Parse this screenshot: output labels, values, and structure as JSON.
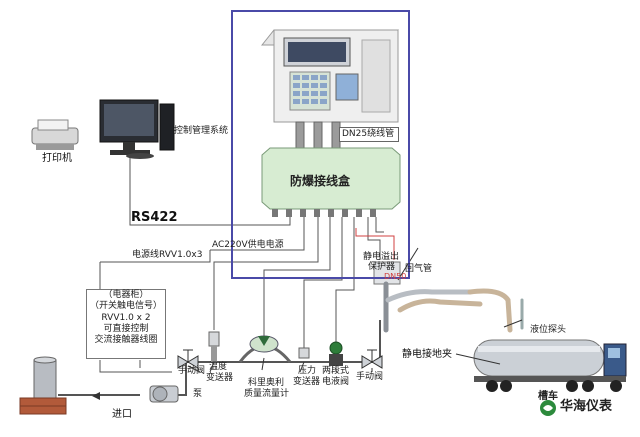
{
  "labels": {
    "printer": "打印机",
    "control_system": "控制管理系统",
    "dn25_tube": "DN25绕线管",
    "junction_box": "防爆接线盒",
    "rs422": "RS422",
    "ac220v": "AC220V供电电源",
    "power_cable": "电源线RVV1.0x3",
    "static_protector_line1": "静电溢出",
    "static_protector_line2": "保护器",
    "dn50": "DN50",
    "return_pipe": "回气管",
    "level_probe": "液位探头",
    "static_ground": "静电接地夹",
    "tanker": "槽车",
    "manual_valve_1": "手动阀",
    "temp_transmitter_1": "温度",
    "temp_transmitter_2": "变送器",
    "coriolis_1": "科里奥利",
    "coriolis_2": "质量流量计",
    "pressure_transmitter_1": "压力",
    "pressure_transmitter_2": "变送器",
    "two_stage_valve_1": "两段式",
    "two_stage_valve_2": "电液阀",
    "manual_valve_2": "手动阀",
    "pump": "泵",
    "inlet": "进口",
    "watermark": "华海仪表"
  },
  "cabinet": {
    "title": "（电器柜）",
    "line1": "（开关触电信号）",
    "line2": "RVV1.0 x 2",
    "line3": "可直接控制",
    "line4": "交流接触器线圈"
  },
  "colors": {
    "frame": "#4a4aa8",
    "pipe": "#555555",
    "signal": "#d04040",
    "device_green": "#cfe3cc",
    "tank_silver": "#c8ccd2",
    "truck_blue": "#3a5a8a"
  }
}
